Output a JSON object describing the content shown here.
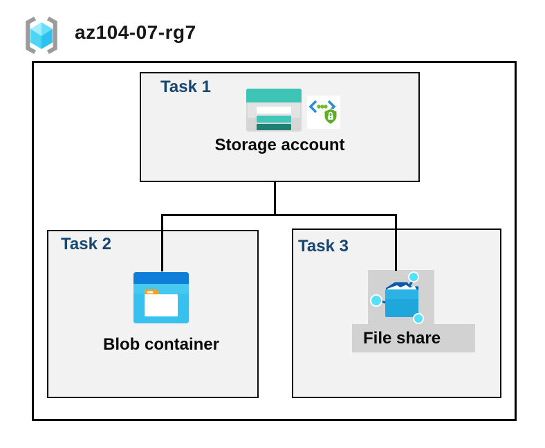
{
  "header": {
    "title": "az104-07-rg7",
    "icon": "resource-group-icon"
  },
  "tasks": [
    {
      "label": "Task 1",
      "resource": "Storage account",
      "icons": [
        "storage-account-icon",
        "secure-endpoint-icon"
      ]
    },
    {
      "label": "Task 2",
      "resource": "Blob container",
      "icons": [
        "blob-container-icon"
      ]
    },
    {
      "label": "Task 3",
      "resource": "File share",
      "icons": [
        "file-share-icon"
      ]
    }
  ],
  "connections": [
    {
      "from": "Storage account",
      "to": "Blob container"
    },
    {
      "from": "Storage account",
      "to": "File share"
    }
  ],
  "colors": {
    "task_label": "#17466E",
    "task_box_fill": "#F2F2F2",
    "outline": "#000000",
    "bracket_gray": "#9B9B9B",
    "cube_blue": "#4ED5F4",
    "storage_teal": "#3EC4B4",
    "storage_teal_dark": "#208074",
    "shield_green": "#5FAE27",
    "chevron_blue": "#2E8DD6",
    "blob_header_blue": "#0F7ED9",
    "blob_body_cyan": "#38C1EF",
    "folder_tab_orange": "#F7A11C",
    "file_share_blue": "#1FA6DB",
    "file_share_node": "#54E0FB",
    "file_share_dark_blue": "#0B59A8",
    "file_share_bg_gray": "#D2D2D2"
  }
}
